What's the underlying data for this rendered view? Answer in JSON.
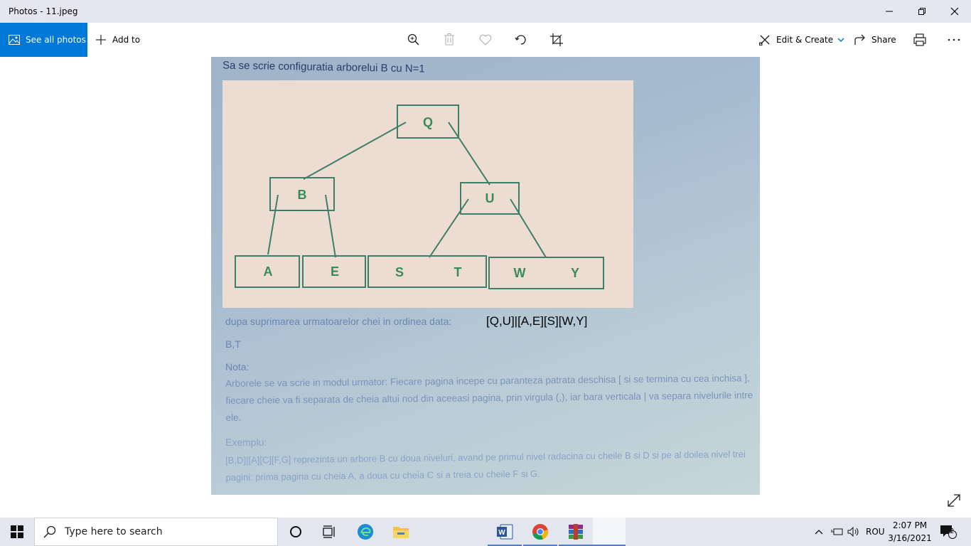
{
  "window": {
    "title": "Photos - 11.jpeg"
  },
  "commandbar": {
    "see_all_photos": "See all photos",
    "add_to": "Add to",
    "edit_create": "Edit & Create",
    "share": "Share",
    "icons": [
      "zoom-icon",
      "delete-icon",
      "favorite-icon",
      "rotate-icon",
      "crop-icon",
      "print-icon",
      "more-icon"
    ]
  },
  "photo": {
    "heading": "Sa se scrie configuratia arborelui B cu N=1",
    "tree": {
      "root": "Q",
      "left_node": "B",
      "right_node": "U",
      "leaves": [
        {
          "keys": [
            "A"
          ]
        },
        {
          "keys": [
            "E"
          ]
        },
        {
          "keys": [
            "S",
            "T"
          ]
        },
        {
          "keys": [
            "W",
            "Y"
          ]
        }
      ]
    },
    "instruction": "dupa suprimarea urmatoarelor chei in ordinea data:",
    "answer": "[Q,U]|[A,E][S][W,Y]",
    "keys_to_delete": "B,T",
    "nota": "Nota:",
    "paragraph": "Arborele se va scrie in modul urmator: Fiecare pagina incepe cu paranteza patrata deschisa [ si se termina cu cea inchisa ], fiecare cheie va fi separata de cheia altui nod din aceeasi pagina, prin virgula (,), iar bara verticala | va separa nivelurile intre ele.",
    "exemplu": "Exemplu:",
    "example_text": "[B,D]|[A][C][F,G] reprezinta un arbore B cu doua niveluri, avand pe primul nivel radacina cu cheile B si D si pe al doilea nivel trei pagini: prima pagina cu cheia A, a doua cu cheia C si a treia cu cheile F si G."
  },
  "taskbar": {
    "search_placeholder": "Type here to search",
    "language": "ROU",
    "time": "2:07 PM",
    "date": "3/16/2021",
    "notification_count": "2"
  },
  "colors": {
    "accent": "#0078d7",
    "tree_stroke": "#3e7f6a",
    "tree_text": "#3b8a5c"
  }
}
